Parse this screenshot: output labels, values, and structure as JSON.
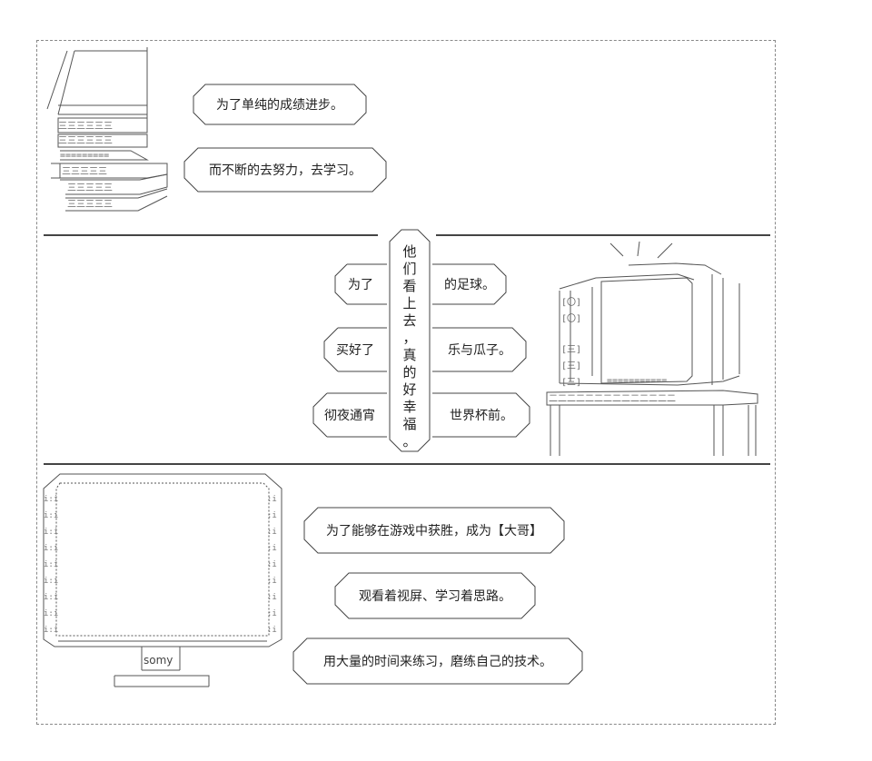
{
  "panel1": {
    "bubble1": "为了单纯的成绩进步。",
    "bubble2": "而不断的去努力，去学习。"
  },
  "panel2": {
    "vertical_chars": [
      "他",
      "们",
      "看",
      "上",
      "去",
      "，",
      "真",
      "的",
      "好",
      "幸",
      "福",
      "。"
    ],
    "row1_left": "为了",
    "row1_right": "的足球。",
    "row2_left": "买好了",
    "row2_right": "乐与瓜子。",
    "row3_left": "彻夜通宵",
    "row3_right": "世界杯前。"
  },
  "panel3": {
    "monitor_brand": "somy",
    "bubble1": "为了能够在游戏中获胜，成为【大哥】",
    "bubble2": "观看着视屏、学习着思路。",
    "bubble3": "用大量的时间来练习，磨练自己的技术。"
  }
}
